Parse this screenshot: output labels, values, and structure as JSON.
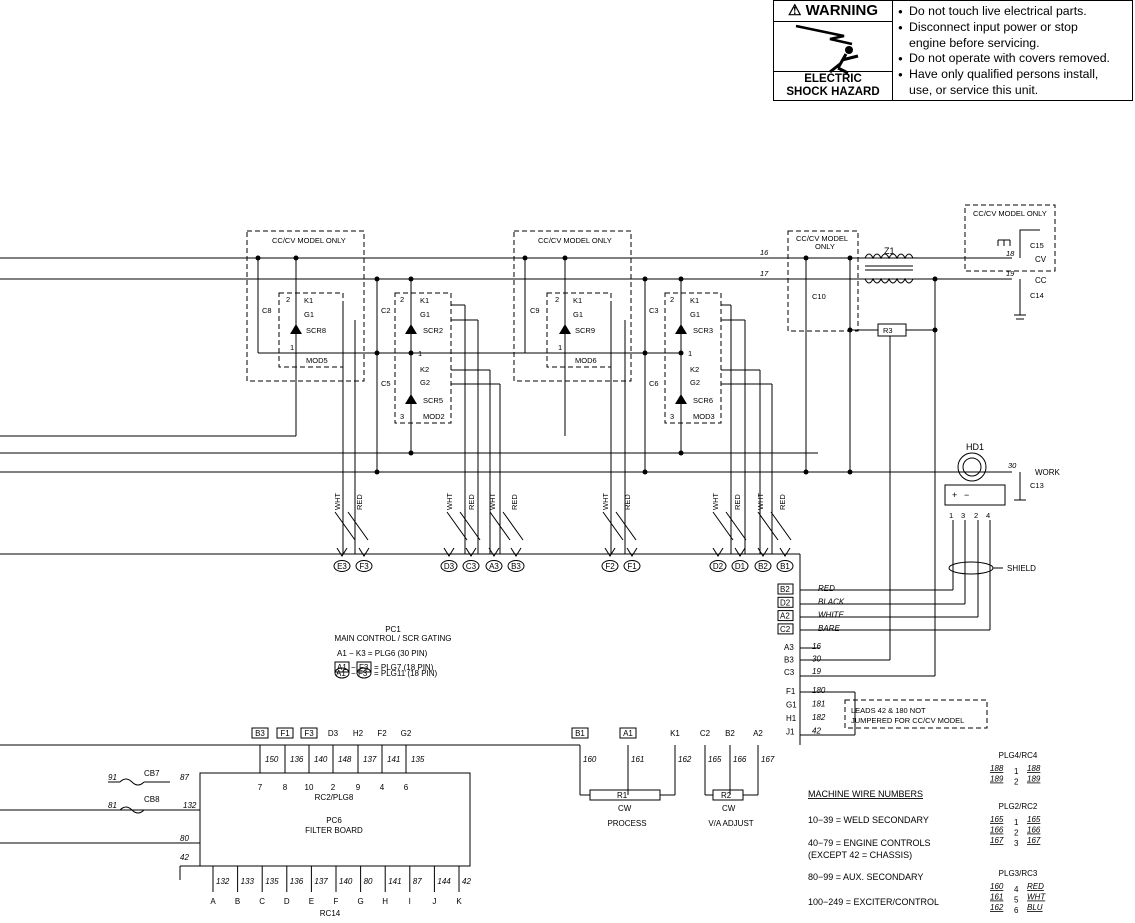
{
  "warning": {
    "title": "WARNING",
    "hazard_line1": "ELECTRIC",
    "hazard_line2": "SHOCK HAZARD",
    "items": [
      "Do not touch live electrical parts.",
      "Disconnect input power or stop",
      "engine before servicing.",
      "Do not operate with covers removed.",
      "Have only qualified persons install,",
      "use, or service this unit."
    ]
  },
  "labels": {
    "ccv1": "CC/CV MODEL ONLY",
    "ccv2": "CC/CV MODEL ONLY",
    "ccv3a": "CC/CV MODEL",
    "ccv3b": "ONLY",
    "ccv4": "CC/CV MODEL ONLY",
    "c8": "C8",
    "c2": "C2",
    "c5": "C5",
    "c9": "C9",
    "c3": "C3",
    "c6": "C6",
    "c10": "C10",
    "c15": "C15",
    "c14": "C14",
    "c13": "C13",
    "z1": "Z1",
    "r3": "R3",
    "hd1": "HD1",
    "scr8": "SCR8",
    "scr2": "SCR2",
    "scr5": "SCR5",
    "scr9": "SCR9",
    "scr3": "SCR3",
    "scr6": "SCR6",
    "mod5": "MOD5",
    "mod2": "MOD2",
    "mod6": "MOD6",
    "mod3": "MOD3",
    "k1": "K1",
    "g1": "G1",
    "k2": "K2",
    "g2": "G2",
    "n1": "1",
    "n2": "2",
    "n3": "3",
    "n4": "4",
    "w16": "16",
    "w17": "17",
    "w18": "18",
    "w19": "19",
    "w30": "30",
    "cv": "CV",
    "cc": "CC",
    "work": "WORK",
    "shield": "SHIELD",
    "plus": "+",
    "minus": "−",
    "wht": "WHT",
    "red": "RED",
    "plug_bottom": [
      "E3",
      "F3",
      "D3",
      "C3",
      "A3",
      "B3",
      "F2",
      "F1",
      "D2",
      "D1",
      "B2",
      "B1"
    ],
    "color_rows": [
      {
        "pin": "B2",
        "wire": "RED"
      },
      {
        "pin": "D2",
        "wire": "BLACK"
      },
      {
        "pin": "A2",
        "wire": "WHITE"
      },
      {
        "pin": "C2",
        "wire": "BARE"
      }
    ],
    "pin_rows": [
      {
        "pin": "A3",
        "wire": "16"
      },
      {
        "pin": "B3",
        "wire": "30"
      },
      {
        "pin": "C3",
        "wire": "19"
      }
    ],
    "j_rows": [
      {
        "pin": "F1",
        "wire": "180"
      },
      {
        "pin": "G1",
        "wire": "181"
      },
      {
        "pin": "H1",
        "wire": "182"
      },
      {
        "pin": "J1",
        "wire": "42"
      }
    ],
    "leads_note1": "LEADS 42 & 180 NOT",
    "leads_note2": "JUMPERED FOR CC/CV MODEL",
    "pc1_title": "PC1",
    "pc1_sub": "MAIN CONTROL / SCR GATING",
    "pc1_l1": "A1 − K3 = PLG6 (30 PIN)",
    "pc1_l2a": "A1",
    "pc1_l2b": "F3",
    "pc1_l2c": "= PLG7 (18 PIN)",
    "pc1_l3a": "A1",
    "pc1_l3b": "F3",
    "pc1_l3c": "= PLG11 (18 PIN)",
    "pc6_top_pins": [
      "B3",
      "F1",
      "F3",
      "D3",
      "H2",
      "F2",
      "G2"
    ],
    "pc6_top_wires": [
      "150",
      "136",
      "140",
      "148",
      "137",
      "141",
      "135"
    ],
    "pc6_top_nums": [
      "7",
      "8",
      "10",
      "2",
      "9",
      "4",
      "6"
    ],
    "rc2": "RC2/PLG8",
    "pc6_title": "PC6",
    "pc6_sub": "FILTER BOARD",
    "cb7": "CB7",
    "cb8": "CB8",
    "left_wires": [
      "91",
      "87",
      "81",
      "132",
      "80",
      "42"
    ],
    "rc14_wires": [
      "132",
      "133",
      "135",
      "136",
      "137",
      "140",
      "80",
      "141",
      "87",
      "144",
      "42"
    ],
    "rc14_pins": [
      "A",
      "B",
      "C",
      "D",
      "E",
      "F",
      "G",
      "H",
      "I",
      "J",
      "K"
    ],
    "rc14": "RC14",
    "pot_pins": [
      "B1",
      "A1",
      "K1",
      "C2",
      "B2",
      "A2"
    ],
    "pot_wires": [
      "160",
      "161",
      "162",
      "165",
      "166",
      "167"
    ],
    "r1": "R1",
    "r2": "R2",
    "cw": "CW",
    "process": "PROCESS",
    "va_adjust": "V/A ADJUST",
    "mwn_title": "MACHINE WIRE NUMBERS",
    "mwn": [
      "10−39 = WELD SECONDARY",
      "40−79 = ENGINE CONTROLS",
      "(EXCEPT 42 = CHASSIS)",
      "80−99 = AUX. SECONDARY",
      "100−249 = EXCITER/CONTROL"
    ],
    "plg4": "PLG4/RC4",
    "plg4_rows": [
      [
        "188",
        "1",
        "188"
      ],
      [
        "189",
        "2",
        "189"
      ]
    ],
    "plg2": "PLG2/RC2",
    "plg2_rows": [
      [
        "165",
        "1",
        "165"
      ],
      [
        "166",
        "2",
        "166"
      ],
      [
        "167",
        "3",
        "167"
      ]
    ],
    "plg3": "PLG3/RC3",
    "plg3_rows": [
      [
        "160",
        "4",
        "RED"
      ],
      [
        "161",
        "5",
        "WHT"
      ],
      [
        "162",
        "6",
        "BLU"
      ]
    ]
  }
}
